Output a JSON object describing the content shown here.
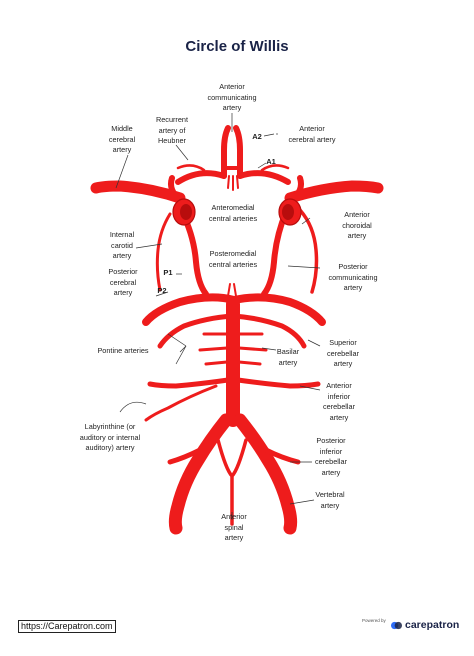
{
  "title": "Circle of Willis",
  "labels": {
    "anterior_communicating": "Anterior\ncommunicating\nartery",
    "recurrent_heubner": "Recurrent\nartery of\nHeubner",
    "middle_cerebral": "Middle\ncerebral\nartery",
    "a2": "A2",
    "anterior_cerebral": "Anterior\ncerebral artery",
    "a1": "A1",
    "anteromedial_central": "Anteromedial\ncentral arteries",
    "anterior_choroidal": "Anterior\nchoroidal\nartery",
    "internal_carotid": "Internal\ncarotid\nartery",
    "posteromedial_central": "Posteromedial\ncentral arteries",
    "posterior_communicating": "Posterior\ncommunicating\nartery",
    "posterior_cerebral": "Posterior\ncerebral\nartery",
    "p1": "P1",
    "p2": "P2",
    "pontine": "Pontine arteries",
    "superior_cerebellar": "Superior\ncerebellar\nartery",
    "basilar": "Basilar\nartery",
    "anterior_inferior_cerebellar": "Anterior\ninferior\ncerebellar\nartery",
    "labyrinthine": "Labyrinthine (or\nauditory or internal\nauditory) artery",
    "posterior_inferior_cerebellar": "Posterior\ninferior\ncerebellar\nartery",
    "vertebral": "Vertebral\nartery",
    "anterior_spinal": "Anterior\nspinal\nartery"
  },
  "footer": {
    "link_text": "https://Carepatron.com",
    "powered_by": "Powered by",
    "brand": "carepatron"
  },
  "colors": {
    "artery": "#ee1c1c",
    "artery_dark": "#b80d0d",
    "title": "#1a2347",
    "brand_blue": "#2f6df6"
  }
}
